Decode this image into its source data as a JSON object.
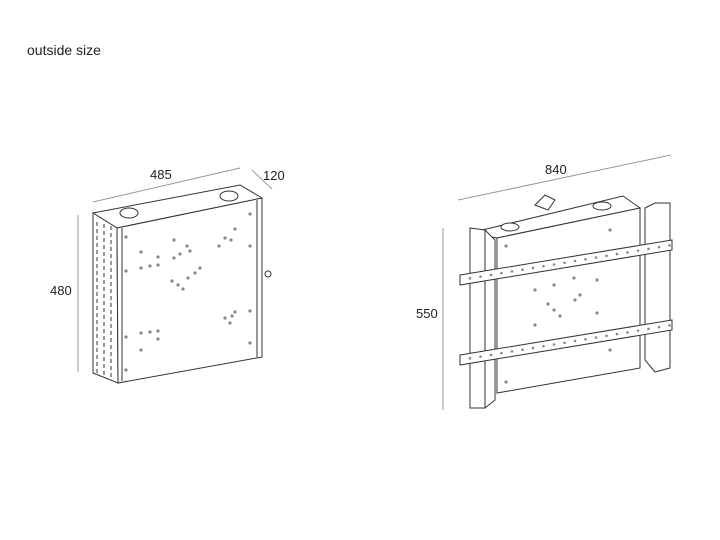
{
  "title": "outside size",
  "left_unit": {
    "width": "485",
    "depth": "120",
    "height": "480"
  },
  "right_unit": {
    "width": "840",
    "height": "550"
  }
}
